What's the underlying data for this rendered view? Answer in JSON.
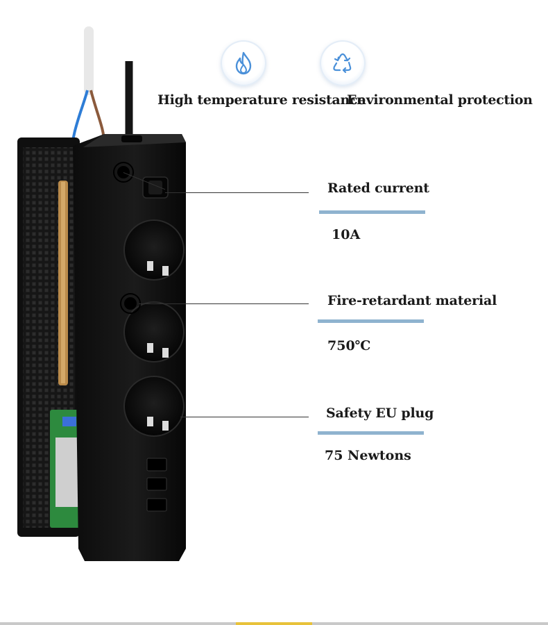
{
  "features": [
    {
      "label": "High temperature resistance",
      "icon": "flame-icon"
    },
    {
      "label": "Environmental protection",
      "icon": "recycle-icon"
    }
  ],
  "specs": [
    {
      "title": "Rated current",
      "value": "10A"
    },
    {
      "title": "Fire-retardant material",
      "value": "750℃"
    },
    {
      "title": "Safety EU plug",
      "value": "75 Newtons"
    }
  ],
  "colors": {
    "accent_bar": "#8fb3cf",
    "icon_stroke": "#4a90d9",
    "product_body": "#111111"
  }
}
